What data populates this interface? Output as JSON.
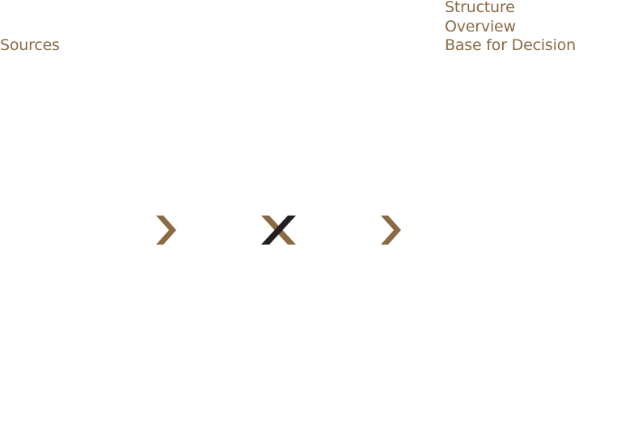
{
  "diagram": {
    "input_label": "Sources",
    "output_labels": [
      "Structure",
      "Overview",
      "Base for Decision"
    ]
  },
  "colors": {
    "accent": "#8a6a44",
    "dark": "#231f20",
    "background": "#ffffff"
  },
  "icons": [
    "chevron-right-icon",
    "cross-icon",
    "chevron-right-icon"
  ]
}
